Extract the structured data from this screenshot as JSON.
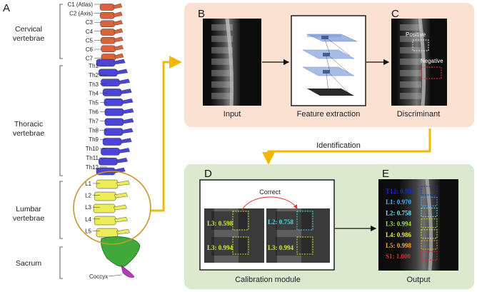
{
  "panel_letters": {
    "a": "A",
    "b": "B",
    "c": "C",
    "d": "D",
    "e": "E"
  },
  "spine": {
    "cervical": [
      "C1 (Atlas)",
      "C2 (Axis)",
      "C3",
      "C4",
      "C5",
      "C6",
      "C7"
    ],
    "thoracic": [
      "Th1",
      "Th2",
      "Th3",
      "Th4",
      "Th5",
      "Th6",
      "Th7",
      "Th8",
      "Th9",
      "Th10",
      "Th11",
      "Th12"
    ],
    "lumbar": [
      "L1",
      "L2",
      "L3",
      "L4",
      "L5"
    ],
    "coccyx": "Coccyx",
    "groups": {
      "cervical": [
        "Cervical",
        "vertebrae"
      ],
      "thoracic": [
        "Thoracic",
        "vertebrae"
      ],
      "lumbar": [
        "Lumbar",
        "vertebrae"
      ],
      "sacrum": "Sacrum"
    },
    "colors": {
      "cervical": "#d9643a",
      "thoracic": "#4a44d8",
      "lumbar": "#ecec58",
      "sacrum": "#3faa3a",
      "coccyx": "#b83ab8"
    }
  },
  "stages": {
    "input": "Input",
    "feature_extraction": "Feature extraction",
    "discriminant": "Discriminant",
    "identification": "Identification",
    "calibration": "Calibration module",
    "output": "Output",
    "positive": "Positive",
    "negative": "Negative",
    "correct": "Correct"
  },
  "calibration_predictions": {
    "left": [
      "L3: 0.598",
      "L3: 0.994"
    ],
    "right": [
      "L2: 0.758",
      "L3: 0.994"
    ]
  },
  "output_predictions": [
    {
      "text": "T12: 0.995",
      "color": "#1a2ad0"
    },
    {
      "text": "L1: 0.970",
      "color": "#4ab0f0"
    },
    {
      "text": "L2: 0.758",
      "color": "#6ee0ee"
    },
    {
      "text": "L3: 0.994",
      "color": "#9ae040"
    },
    {
      "text": "L4: 0.986",
      "color": "#e6e64a"
    },
    {
      "text": "L5: 0.998",
      "color": "#f0a83a"
    },
    {
      "text": "S1: 1.000",
      "color": "#e02a2a"
    }
  ],
  "colors": {
    "top_panel": "#fbe1d2",
    "bottom_panel": "#dbe9cf",
    "arrow": "#f2b707",
    "circle": "#c8962a"
  }
}
